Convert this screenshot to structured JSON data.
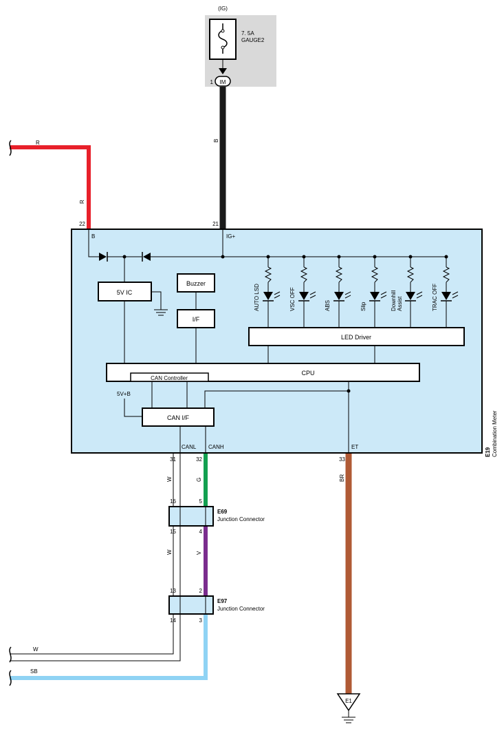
{
  "fuse": {
    "supply": "(IG)",
    "rating": "7. 5A",
    "name": "GAUGE2",
    "connector_pin": "1",
    "connector_id": "IM"
  },
  "meter": {
    "id": "E19",
    "name": "Combination Meter",
    "pins": {
      "p22": {
        "num": "22",
        "label": "B"
      },
      "p21": {
        "num": "21",
        "label": "IG+"
      },
      "p31": {
        "num": "31",
        "label": "CANL"
      },
      "p32": {
        "num": "32",
        "label": "CANH"
      },
      "p33": {
        "num": "33",
        "label": "ET"
      }
    },
    "blocks": {
      "ic5v": "5V IC",
      "buzzer": "Buzzer",
      "if": "I/F",
      "led_driver": "LED Driver",
      "cpu": "CPU",
      "can_controller": "CAN Controller",
      "can_if": "CAN I/F",
      "v5b": "5V+B"
    },
    "indicators": [
      "AUTO LSD",
      "VSC OFF",
      "ABS",
      "Slip",
      "Downhill Assist",
      "TRAC OFF"
    ]
  },
  "wires": {
    "r_left": "R",
    "r_vertical": "R",
    "b_main": "B",
    "w_upper": "W",
    "g_upper": "G",
    "w_lower": "W",
    "v_lower": "V",
    "br": "BR",
    "w_out": "W",
    "sb_out": "SB"
  },
  "connectors": {
    "e69": {
      "id": "E69",
      "name": "Junction Connector",
      "pins": [
        "16",
        "5",
        "15",
        "4"
      ]
    },
    "e97": {
      "id": "E97",
      "name": "Junction Connector",
      "pins": [
        "13",
        "2",
        "14",
        "3"
      ]
    }
  },
  "ground": {
    "id": "E1"
  },
  "colors": {
    "wire_red": "#e8202a",
    "wire_black": "#1a1a1a",
    "wire_green": "#12a050",
    "wire_violet": "#7b2d8e",
    "wire_brown": "#b05a35",
    "wire_sky_blue": "#8fd3f4",
    "meter_fill": "#cce9f8",
    "fuse_box_fill": "#d9d9d9"
  }
}
